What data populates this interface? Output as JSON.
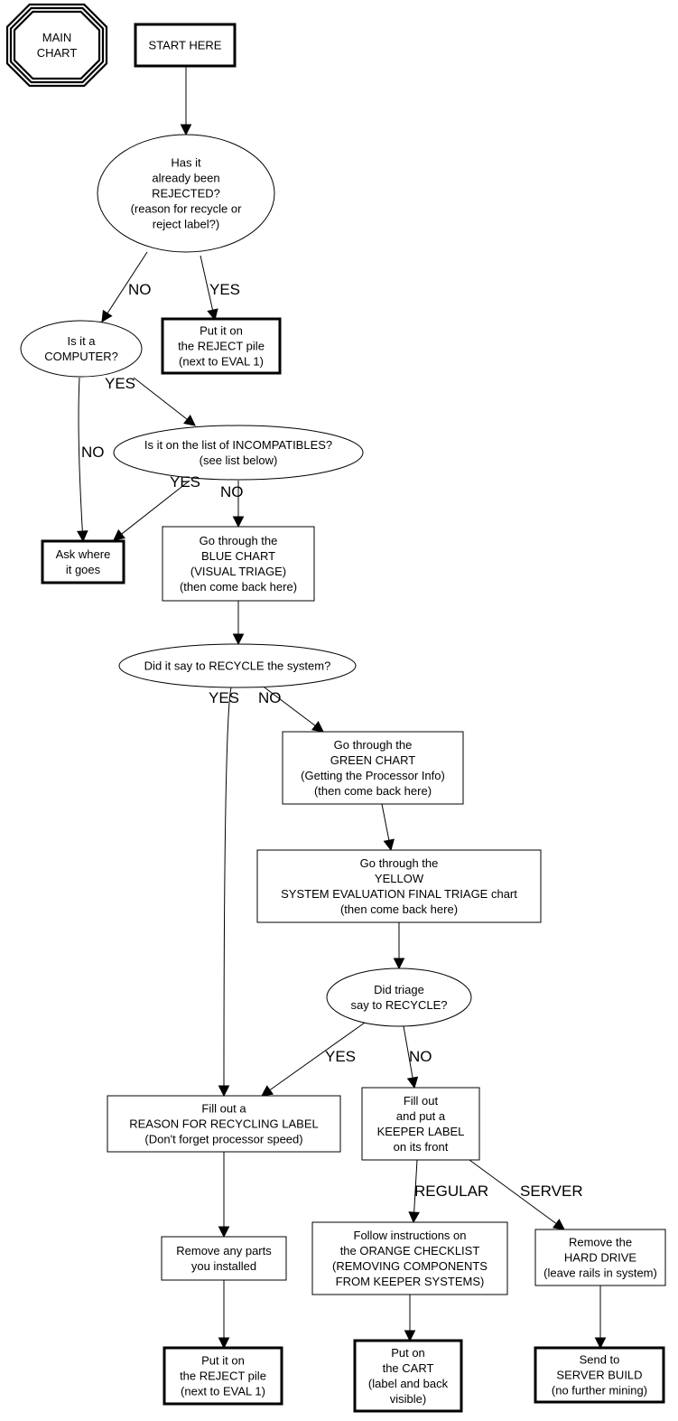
{
  "diagram": {
    "title": "MAIN CHART",
    "colors": {
      "stroke": "#000000",
      "background": "#ffffff"
    },
    "nodes": [
      {
        "id": "main",
        "shape": "tripleoctagon",
        "lines": [
          "MAIN",
          "CHART"
        ]
      },
      {
        "id": "start",
        "shape": "box-bold",
        "lines": [
          "START HERE"
        ]
      },
      {
        "id": "rejected_q",
        "shape": "ellipse",
        "lines": [
          "Has it",
          "already been",
          "REJECTED?",
          "(reason for recycle or",
          "reject label?)"
        ]
      },
      {
        "id": "reject1",
        "shape": "box-bold",
        "lines": [
          "Put it on",
          "the REJECT pile",
          "(next to EVAL 1)"
        ]
      },
      {
        "id": "computer_q",
        "shape": "ellipse",
        "lines": [
          "Is it a",
          "COMPUTER?"
        ]
      },
      {
        "id": "incompat_q",
        "shape": "ellipse",
        "lines": [
          "Is it on the list of INCOMPATIBLES?",
          "(see list below)"
        ]
      },
      {
        "id": "ask",
        "shape": "box-bold",
        "lines": [
          "Ask where",
          "it goes"
        ]
      },
      {
        "id": "blue",
        "shape": "box",
        "lines": [
          "Go through the",
          "BLUE CHART",
          "(VISUAL TRIAGE)",
          "(then come back here)"
        ]
      },
      {
        "id": "recycle_q",
        "shape": "ellipse",
        "lines": [
          "Did it say to RECYCLE the system?"
        ]
      },
      {
        "id": "green",
        "shape": "box",
        "lines": [
          "Go through the",
          "GREEN CHART",
          "(Getting the Processor Info)",
          "(then come back here)"
        ]
      },
      {
        "id": "yellow",
        "shape": "box",
        "lines": [
          "Go through the",
          "YELLOW",
          "SYSTEM EVALUATION FINAL TRIAGE chart",
          "(then come back here)"
        ]
      },
      {
        "id": "triage_q",
        "shape": "ellipse",
        "lines": [
          "Did triage",
          "say to RECYCLE?"
        ]
      },
      {
        "id": "reason_label",
        "shape": "box",
        "lines": [
          "Fill out a",
          "REASON FOR RECYCLING LABEL",
          "(Don't forget processor speed)"
        ]
      },
      {
        "id": "keeper_label",
        "shape": "box",
        "lines": [
          "Fill out",
          "and put a",
          "KEEPER LABEL",
          "on its front"
        ]
      },
      {
        "id": "remove_parts",
        "shape": "box",
        "lines": [
          "Remove any parts",
          "you installed"
        ]
      },
      {
        "id": "orange",
        "shape": "box",
        "lines": [
          "Follow instructions on",
          "the ORANGE CHECKLIST",
          "(REMOVING COMPONENTS",
          "FROM KEEPER SYSTEMS)"
        ]
      },
      {
        "id": "hard_drive",
        "shape": "box",
        "lines": [
          "Remove the",
          "HARD DRIVE",
          "(leave rails in system)"
        ]
      },
      {
        "id": "reject2",
        "shape": "box-bold",
        "lines": [
          "Put it on",
          "the REJECT pile",
          "(next to EVAL 1)"
        ]
      },
      {
        "id": "cart",
        "shape": "box-bold",
        "lines": [
          "Put on",
          "the CART",
          "(label and back",
          "visible)"
        ]
      },
      {
        "id": "server_build",
        "shape": "box-bold",
        "lines": [
          "Send to",
          "SERVER BUILD",
          "(no further mining)"
        ]
      }
    ],
    "edges": [
      {
        "from": "start",
        "to": "rejected_q",
        "label": ""
      },
      {
        "from": "rejected_q",
        "to": "computer_q",
        "label": "NO"
      },
      {
        "from": "rejected_q",
        "to": "reject1",
        "label": "YES"
      },
      {
        "from": "computer_q",
        "to": "incompat_q",
        "label": "YES"
      },
      {
        "from": "computer_q",
        "to": "ask",
        "label": "NO"
      },
      {
        "from": "incompat_q",
        "to": "ask",
        "label": "YES"
      },
      {
        "from": "incompat_q",
        "to": "blue",
        "label": "NO"
      },
      {
        "from": "blue",
        "to": "recycle_q",
        "label": ""
      },
      {
        "from": "recycle_q",
        "to": "reason_label",
        "label": "YES"
      },
      {
        "from": "recycle_q",
        "to": "green",
        "label": "NO"
      },
      {
        "from": "green",
        "to": "yellow",
        "label": ""
      },
      {
        "from": "yellow",
        "to": "triage_q",
        "label": ""
      },
      {
        "from": "triage_q",
        "to": "reason_label",
        "label": "YES"
      },
      {
        "from": "triage_q",
        "to": "keeper_label",
        "label": "NO"
      },
      {
        "from": "reason_label",
        "to": "remove_parts",
        "label": ""
      },
      {
        "from": "keeper_label",
        "to": "orange",
        "label": "REGULAR"
      },
      {
        "from": "keeper_label",
        "to": "hard_drive",
        "label": "SERVER"
      },
      {
        "from": "remove_parts",
        "to": "reject2",
        "label": ""
      },
      {
        "from": "orange",
        "to": "cart",
        "label": ""
      },
      {
        "from": "hard_drive",
        "to": "server_build",
        "label": ""
      }
    ]
  }
}
